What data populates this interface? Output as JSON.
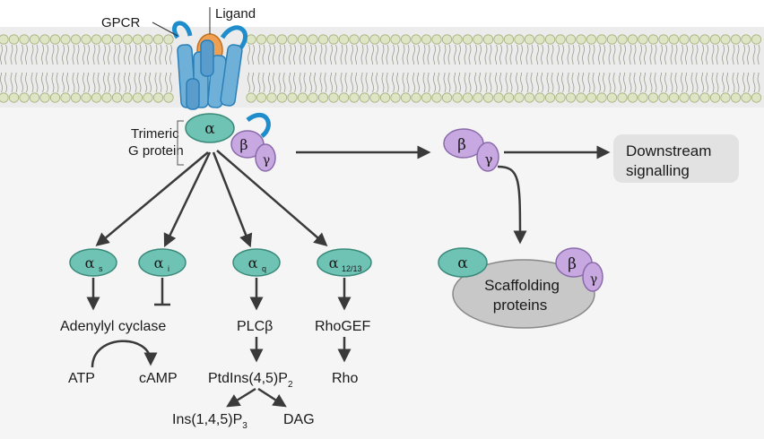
{
  "labels": {
    "ligand": "Ligand",
    "gpcr": "GPCR",
    "trimeric_line1": "Trimeric",
    "trimeric_line2": "G protein",
    "downstream_line1": "Downstream",
    "downstream_line2": "signalling",
    "scaffolding_line1": "Scaffolding",
    "scaffolding_line2": "proteins"
  },
  "subunits": {
    "alpha": "α",
    "beta": "β",
    "gamma": "γ"
  },
  "pathways": [
    {
      "alpha_sub": "s",
      "target": "Adenylyl cyclase",
      "effect": "activation"
    },
    {
      "alpha_sub": "i",
      "target": "",
      "effect": "inhibition"
    },
    {
      "alpha_sub": "q",
      "target": "PLCβ",
      "effect": "activation"
    },
    {
      "alpha_sub": "12/13",
      "target": "RhoGEF",
      "effect": "activation"
    }
  ],
  "products": {
    "atp": "ATP",
    "camp": "cAMP",
    "ptdins_main": "PtdIns(4,5)P",
    "ptdins_sub": "2",
    "ins_main": "Ins(1,4,5)P",
    "ins_sub": "3",
    "dag": "DAG",
    "rho": "Rho"
  },
  "colors": {
    "membrane_bg": "#ececec",
    "cytoplasm_bg": "#f5f5f5",
    "lipid_head": "#dde5c4",
    "lipid_head_stroke": "#a8b07f",
    "receptor": "#6fb0d8",
    "receptor_dark": "#2a7fb8",
    "ligand": "#f0a050",
    "alpha_fill": "#6fc3b4",
    "alpha_stroke": "#3a8a7a",
    "betagamma_fill": "#c8a8e0",
    "betagamma_stroke": "#8a6aaa",
    "scaffold_fill": "#c8c8c8",
    "arrow": "#3a3a3a",
    "downstream_box": "#e2e2e2"
  }
}
